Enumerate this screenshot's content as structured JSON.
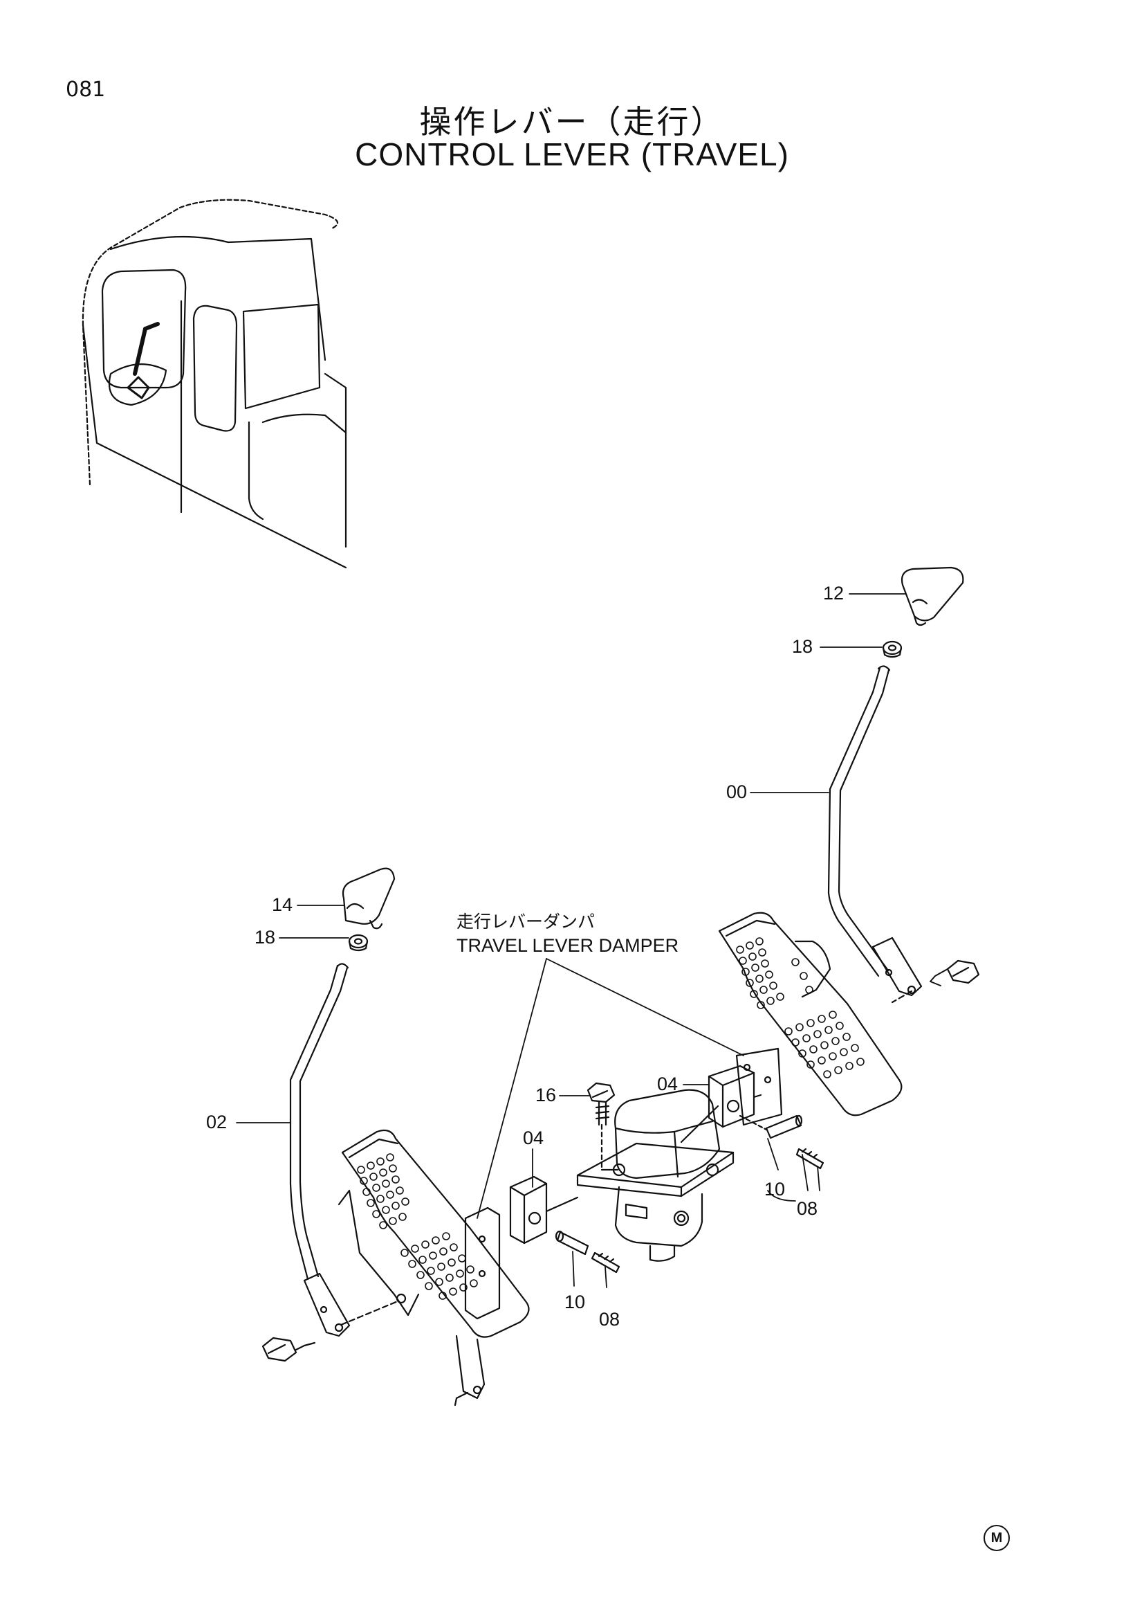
{
  "page": {
    "code": "081",
    "title_jp": "操作レバー（走行）",
    "title_en": "CONTROL LEVER (TRAVEL)"
  },
  "damper_callout": {
    "label_jp": "走行レバーダンパ",
    "label_en": "TRAVEL LEVER DAMPER"
  },
  "part_labels": {
    "p12": "12",
    "p18_right": "18",
    "p00": "00",
    "p14": "14",
    "p18_left": "18",
    "p02": "02",
    "p16": "16",
    "p04_right": "04",
    "p04_left": "04",
    "p10_right": "10",
    "p08_right": "08",
    "p10_left": "10",
    "p08_left": "08"
  },
  "footer_mark": "M"
}
